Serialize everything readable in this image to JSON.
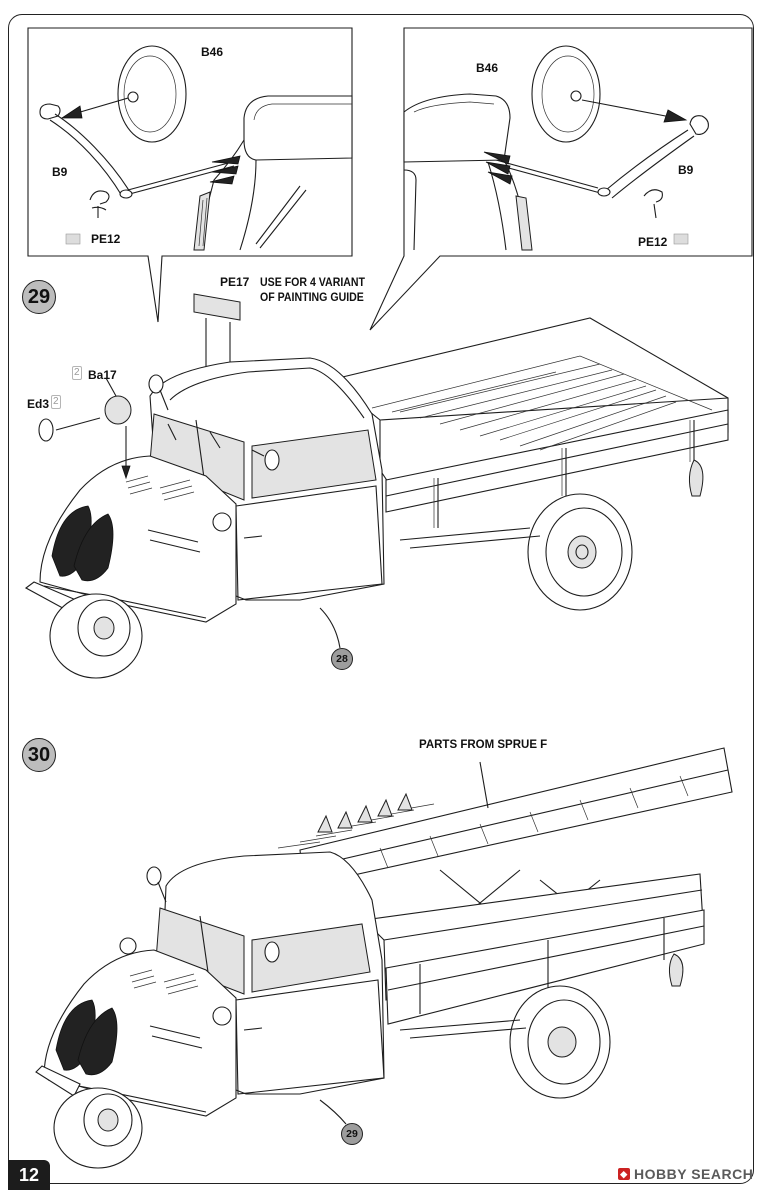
{
  "page_number": "12",
  "watermark": "HOBBY SEARCH",
  "steps": [
    {
      "number": "29",
      "detail_left": {
        "b46": "B46",
        "b9": "B9",
        "pe12": "PE12"
      },
      "detail_right": {
        "b46": "B46",
        "b9": "B9",
        "pe12": "PE12"
      },
      "pe17": "PE17",
      "note_line1": "USE FOR 4 VARIANT",
      "note_line2": "OF PAINTING GUIDE",
      "ba17": "Ba17",
      "ba17_qty": "2",
      "ed3": "Ed3",
      "ed3_qty": "2",
      "ref_step": "28"
    },
    {
      "number": "30",
      "sprue_note": "PARTS FROM SPRUE  F",
      "ref_step": "29"
    }
  ]
}
